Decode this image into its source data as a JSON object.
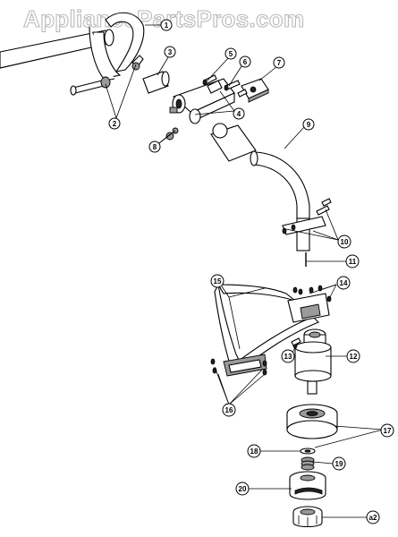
{
  "watermark": "AppliancePartsPros.com",
  "callouts": [
    {
      "id": "c1",
      "label": "1"
    },
    {
      "id": "c2",
      "label": "2"
    },
    {
      "id": "c3",
      "label": "3"
    },
    {
      "id": "c4",
      "label": "4"
    },
    {
      "id": "c5",
      "label": "5"
    },
    {
      "id": "c6",
      "label": "6"
    },
    {
      "id": "c7",
      "label": "7"
    },
    {
      "id": "c8",
      "label": "8"
    },
    {
      "id": "c9",
      "label": "9"
    },
    {
      "id": "c10",
      "label": "10"
    },
    {
      "id": "c11",
      "label": "11"
    },
    {
      "id": "c12",
      "label": "12"
    },
    {
      "id": "c13",
      "label": "13"
    },
    {
      "id": "c14",
      "label": "14"
    },
    {
      "id": "c15",
      "label": "15"
    },
    {
      "id": "c16",
      "label": "16"
    },
    {
      "id": "c17",
      "label": "17"
    },
    {
      "id": "c18",
      "label": "18"
    },
    {
      "id": "c19",
      "label": "19"
    },
    {
      "id": "c20",
      "label": "20"
    },
    {
      "id": "ca2",
      "label": "a2"
    }
  ]
}
